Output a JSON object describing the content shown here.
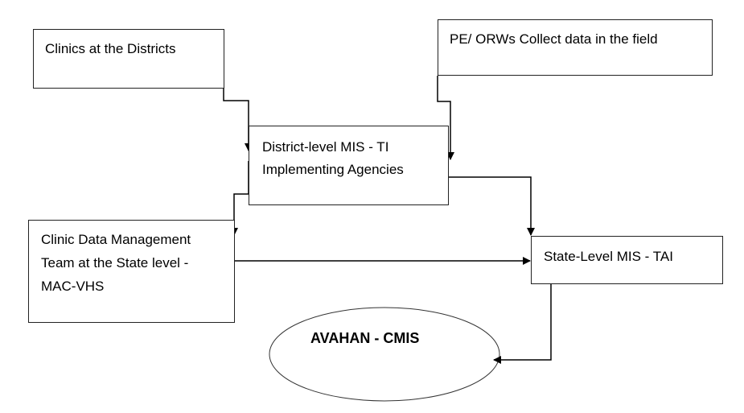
{
  "diagram": {
    "nodes": {
      "clinics_districts": {
        "lines": [
          "Clinics at the Districts"
        ]
      },
      "pe_orws": {
        "lines": [
          "PE/ ORWs Collect data in the field"
        ]
      },
      "district_mis": {
        "lines": [
          "District-level MIS - TI",
          "Implementing Agencies"
        ]
      },
      "clinic_data_mgmt": {
        "lines": [
          "Clinic Data Management",
          "Team at the State level -",
          "MAC-VHS"
        ]
      },
      "state_mis": {
        "lines": [
          "State-Level MIS - TAI"
        ]
      },
      "avahan_cmis": {
        "label": "AVAHAN - CMIS"
      }
    },
    "edges": [
      {
        "from": "Clinics at the Districts",
        "to": "District-level MIS - TI Implementing Agencies"
      },
      {
        "from": "PE/ ORWs Collect data in the field",
        "to": "District-level MIS - TI Implementing Agencies"
      },
      {
        "from": "District-level MIS - TI Implementing Agencies",
        "to": "Clinic Data Management Team at the State level - MAC-VHS"
      },
      {
        "from": "District-level MIS - TI Implementing Agencies",
        "to": "State-Level MIS - TAI"
      },
      {
        "from": "Clinic Data Management Team at the State level - MAC-VHS",
        "to": "State-Level MIS - TAI"
      },
      {
        "from": "State-Level MIS - TAI",
        "to": "AVAHAN - CMIS"
      }
    ]
  }
}
